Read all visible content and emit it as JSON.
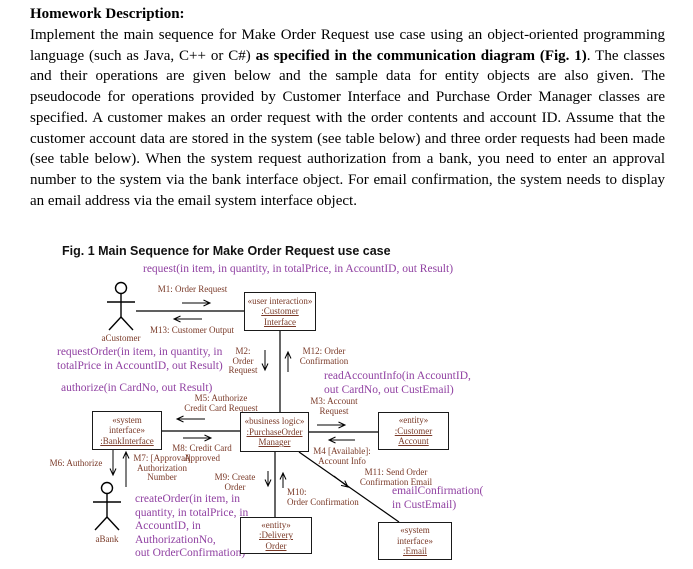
{
  "document": {
    "heading": "Homework Description:",
    "para_before_bold": "Implement the main sequence for Make Order Request use case using an object-oriented programming language (such as Java, C++ or C#) ",
    "para_bold": "as specified in the communication diagram (Fig. 1)",
    "para_after_bold": ". The classes and their operations are given below and the sample data for entity objects are also given. The pseudocode for operations provided by Customer Interface and Purchase Order Manager classes are specified. A customer makes an order request with the order contents and account ID. Assume that the customer account data are stored in the system (see table below) and three order requests had been made (see table below). When the system request authorization from a bank, you need to enter an approval number to the system via the bank interface object. For email confirmation, the system needs to display an email address via the email system interface object."
  },
  "figure": {
    "caption": "Fig. 1 Main Sequence for Make Order Request use case",
    "colors": {
      "label_text": "#7a3a28",
      "signature_text": "#9041a2",
      "line": "#000000"
    },
    "signatures": {
      "request": "request(in item, in quantity, in totalPrice, in AccountID, out Result)",
      "request_order": "requestOrder(in item, in quantity, in\ntotalPrice in AccountID, out Result)",
      "authorize": "authorize(in CardNo, out Result)",
      "read_account_info": "readAccountInfo(in AccountID,\nout CardNo, out CustEmail)",
      "create_order": "createOrder(in item, in\nquantity, in totalPrice, in\nAccountID, in\nAuthorizationNo,\nout OrderConfirmation)",
      "email_confirmation": "emailConfirmation(\nin CustEmail)"
    },
    "labels": {
      "m1": "M1: Order Request",
      "m2": "M2:\nOrder\nRequest",
      "m3": "M3: Account\nRequest",
      "m4": "M4 [Available]:\nAccount Info",
      "m5": "M5: Authorize\nCredit Card Request",
      "m6": "M6: Authorize",
      "m7": "M7: [Approval]\nAuthorization\nNumber",
      "m8": "M8: Credit Card\nApproved",
      "m9": "M9: Create Order",
      "m10": "M10:\nOrder Confirmation",
      "m11": "M11: Send Order\nConfirmation Email",
      "m12": "M12: Order\nConfirmation",
      "m13": "M13: Customer Output"
    },
    "boxes": {
      "customer_interface": {
        "stereo": "«user interaction»",
        "name": ":Customer\nInterface"
      },
      "bank_interface": {
        "stereo": "«system\ninterface»",
        "name": ":BankInterface"
      },
      "purchase_order_manager": {
        "stereo": "«business logic»",
        "name": ":PurchaseOrder\nManager"
      },
      "customer_account": {
        "stereo": "«entity»",
        "name": ":Customer\nAccount"
      },
      "delivery_order": {
        "stereo": "«entity»",
        "name": ":Delivery\nOrder"
      },
      "email": {
        "stereo": "«system\ninterface»",
        "name": ":Email"
      }
    },
    "actors": {
      "customer": "aCustomer",
      "bank": "aBank"
    }
  }
}
